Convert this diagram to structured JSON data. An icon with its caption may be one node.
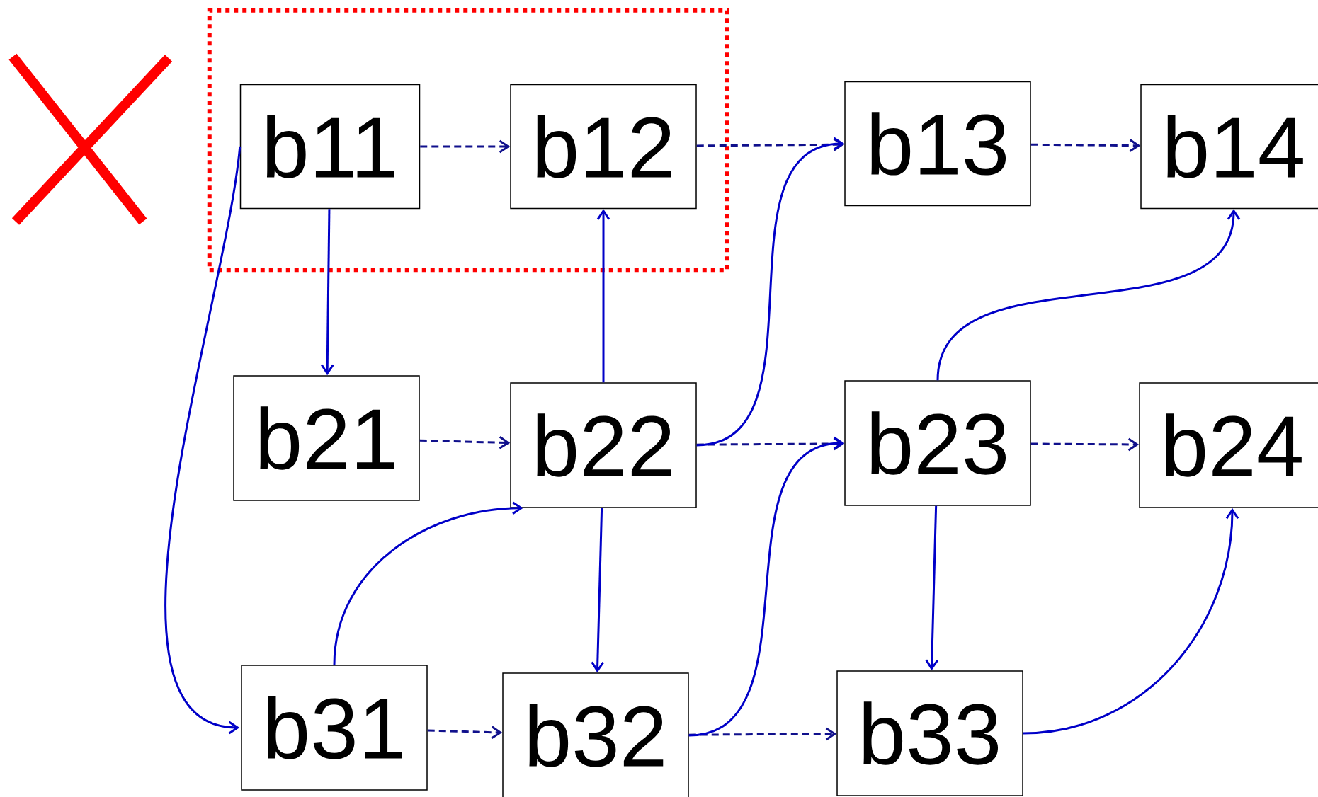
{
  "diagram": {
    "nodes": [
      {
        "text": [],
        "shape": "box"
      },
      {
        "text": [
          "b11"
        ],
        "in": 0
      },
      {
        "text": [
          "b12"
        ],
        "in": 0
      },
      {
        "text": [
          "b13"
        ]
      },
      {
        "text": [
          "b14"
        ]
      },
      {
        "text": [
          "b21"
        ]
      },
      {
        "text": [
          "b22"
        ]
      },
      {
        "text": [
          "b23"
        ]
      },
      {
        "text": [
          "b24"
        ]
      },
      {
        "text": [
          "b31"
        ]
      },
      {
        "text": [
          "b32"
        ]
      },
      {
        "text": [
          "b33"
        ]
      }
    ],
    "edges": [
      {
        "from": 1,
        "to": 2,
        "arrow": "to",
        "style": "dashed",
        "color": "#10108c"
      },
      {
        "from": 2,
        "to": 3,
        "arrow": "to",
        "style": "dashed",
        "color": "#10108c"
      },
      {
        "from": 3,
        "to": 4,
        "arrow": "to",
        "style": "dashed",
        "color": "#10108c"
      },
      {
        "from": 5,
        "to": 6,
        "arrow": "to",
        "style": "dashed",
        "color": "#10108c"
      },
      {
        "from": 6,
        "to": 7,
        "arrow": "to",
        "style": "dashed",
        "color": "#10108c"
      },
      {
        "from": 7,
        "to": 8,
        "arrow": "to",
        "style": "dashed",
        "color": "#10108c"
      },
      {
        "from": 9,
        "to": 10,
        "arrow": "to",
        "style": "dashed",
        "color": "#10108c"
      },
      {
        "from": 10,
        "to": 11,
        "arrow": "to",
        "style": "dashed",
        "color": "#10108c"
      },
      {
        "from": 1,
        "to": 5,
        "arrow": "to"
      },
      {
        "from": 6,
        "to": 2,
        "arrow": "to"
      },
      {
        "from": 6,
        "to": 10,
        "arrow": "to"
      },
      {
        "from": 7,
        "to": 11,
        "arrow": "to"
      },
      {
        "from": 6,
        "to": 3,
        "arrow": "to"
      },
      {
        "from": 7,
        "to": 4,
        "arrow": "to"
      },
      {
        "from": 9,
        "to": 6,
        "arrow": "to"
      },
      {
        "from": 10,
        "to": 7,
        "arrow": "to"
      },
      {
        "from": 11,
        "to": 8,
        "arrow": "to"
      },
      {
        "from": 1,
        "to": 9,
        "arrow": "to"
      }
    ]
  }
}
